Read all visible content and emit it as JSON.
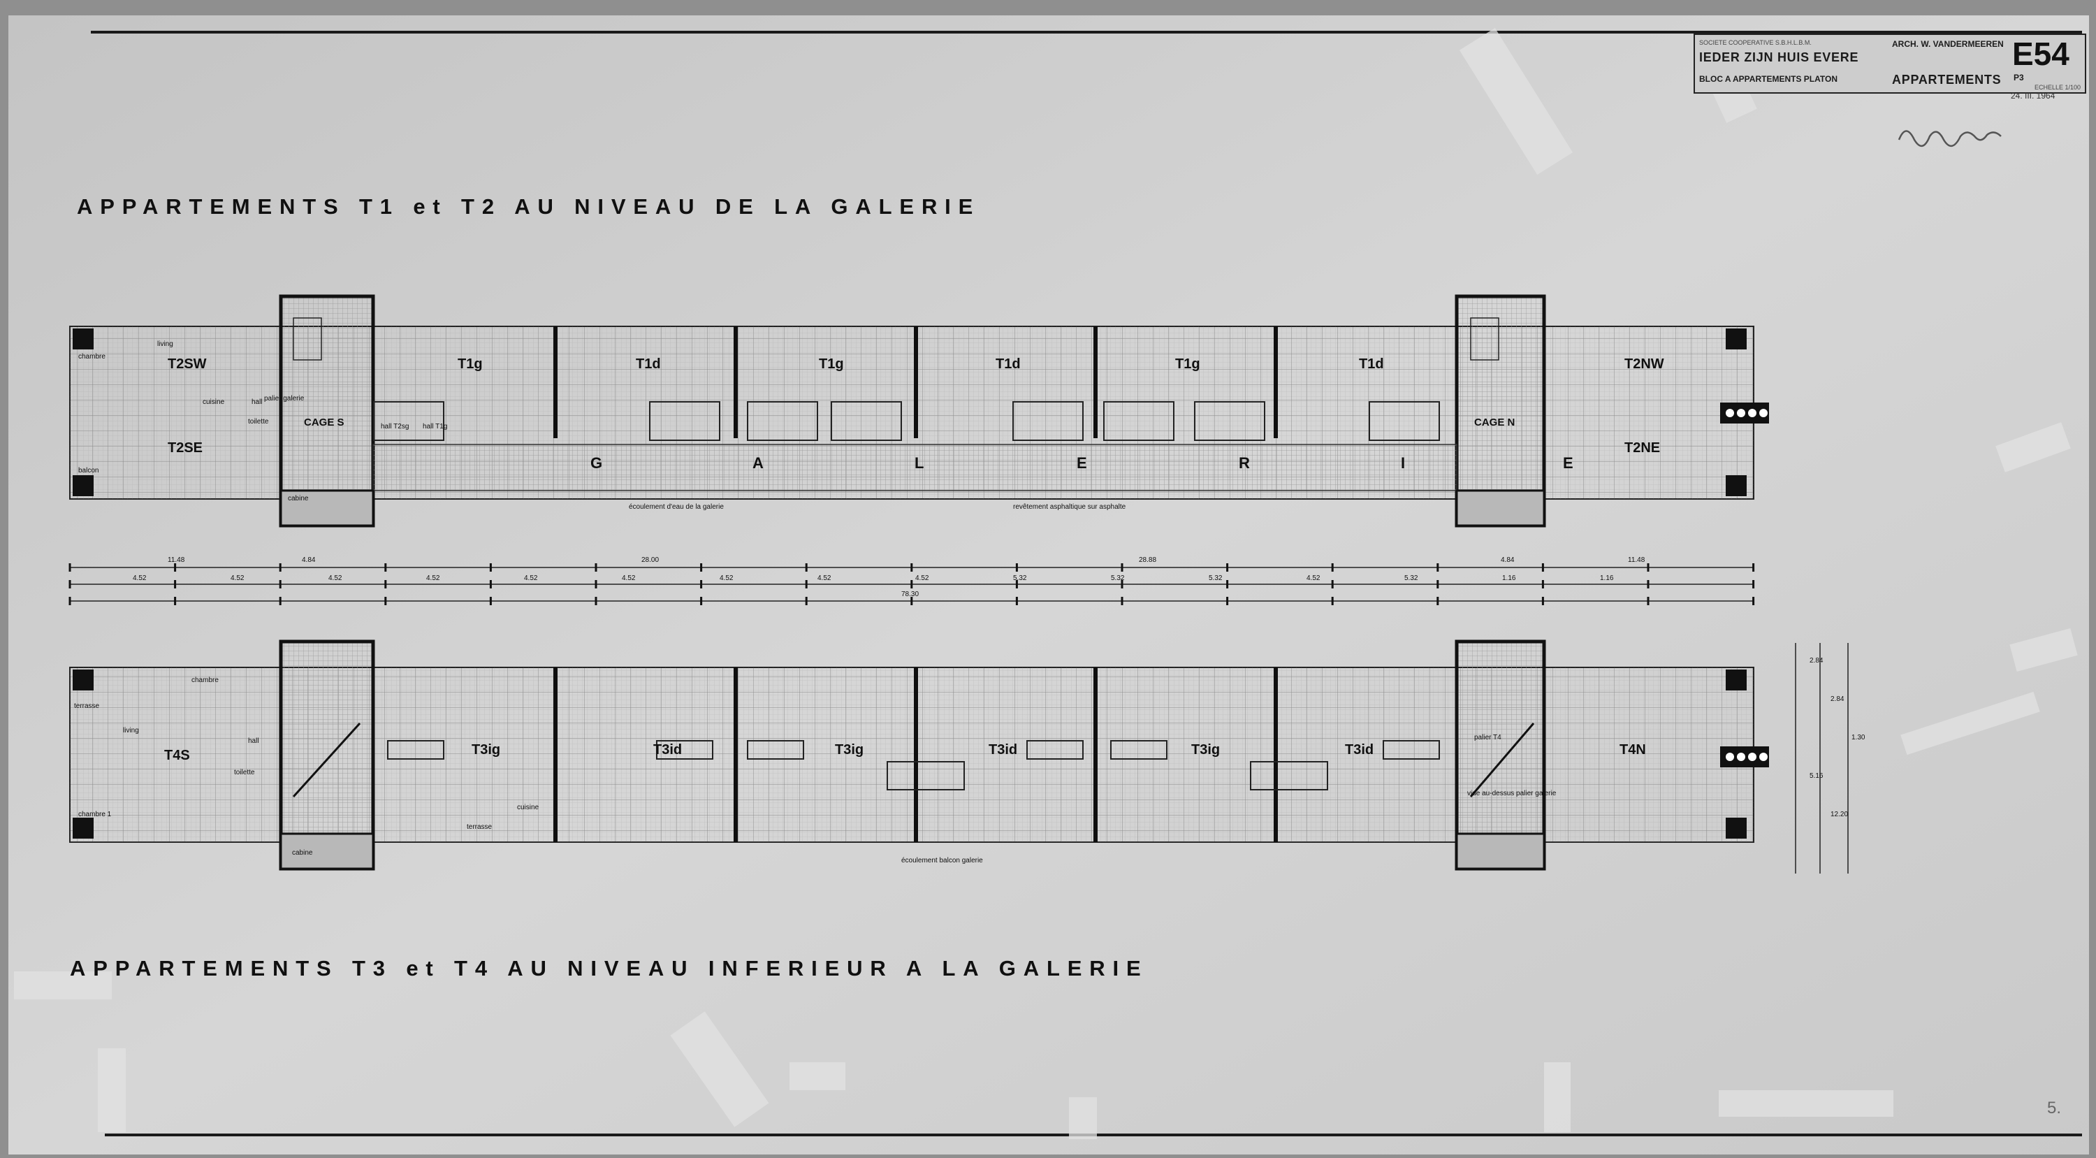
{
  "headings": {
    "upper": "APPARTEMENTS  T1 et T2  AU  NIVEAU  DE  LA  GALERIE",
    "lower": "APPARTEMENTS  T3 et T4  AU  NIVEAU  INFERIEUR  A  LA  GALERIE"
  },
  "title_block": {
    "society": "SOCIETE COOPERATIVE S.B.H.L.B.M.",
    "project": "IEDER ZIJN HUIS EVERE",
    "building": "BLOC A APPARTEMENTS PLATON",
    "architect": "ARCH. W. VANDERMEEREN",
    "drawing_title": "APPARTEMENTS",
    "sheet_no": "E54",
    "sub_no": "P3",
    "scale": "ECHELLE 1/100",
    "date": "24. III. 1964"
  },
  "page_number": "5.",
  "upper_plan": {
    "units": [
      "T2SW",
      "T2SE",
      "T1g",
      "T1d",
      "T1g",
      "T1d",
      "T1g",
      "T1d",
      "T2NW",
      "T2NE"
    ],
    "cages": [
      "CAGE S",
      "CAGE N"
    ],
    "gallery_letters": [
      "G",
      "A",
      "L",
      "E",
      "R",
      "I",
      "E"
    ],
    "room_labels": [
      "chambre",
      "living",
      "hall",
      "toilette",
      "cuisine",
      "palier galerie",
      "balcon",
      "hall T2sg",
      "hall T1g",
      "cabine"
    ],
    "notes": [
      "écoulement d'eau de la galerie",
      "revêtement asphaltique sur asphalte"
    ]
  },
  "lower_plan": {
    "units": [
      "T4S",
      "T3ig",
      "T3id",
      "T3ig",
      "T3id",
      "T3ig",
      "T3id",
      "T4N"
    ],
    "room_labels": [
      "terrasse",
      "living",
      "chambre",
      "chambre 1",
      "hall",
      "toilette",
      "palier T4",
      "vide au-dessus palier galerie",
      "cabine",
      "cuisine",
      "terrasse"
    ],
    "notes": [
      "écoulement balcon galerie"
    ]
  },
  "dimensions": {
    "top_row": [
      "11.48",
      "4.84",
      "28.00",
      "28.88",
      "4.84",
      "11.48"
    ],
    "middle_row": [
      "4.52",
      "4.52",
      "4.52",
      "4.52",
      "4.52",
      "4.52",
      "4.52",
      "4.52",
      "4.52",
      "5.32",
      "5.32",
      "5.32",
      "4.52",
      "5.32",
      "1.16",
      "1.16"
    ],
    "total": "78.30",
    "vertical": [
      "2.84",
      "2.84",
      "1.30",
      "5.16",
      "12.20"
    ]
  }
}
